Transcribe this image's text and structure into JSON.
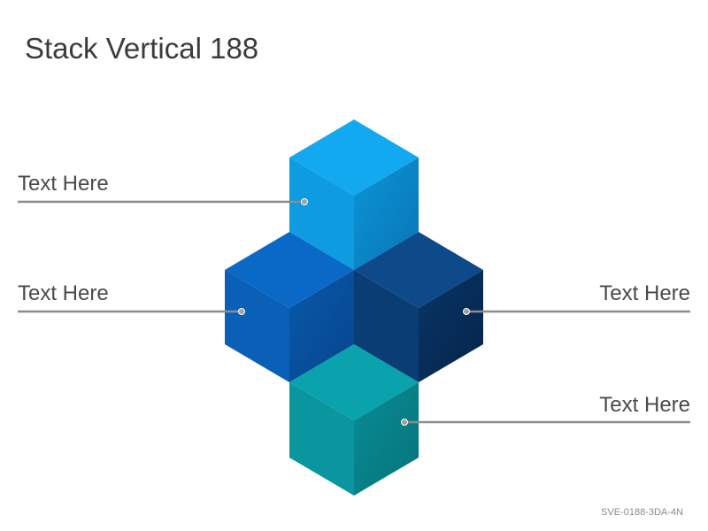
{
  "title": "Stack Vertical 188",
  "labels": [
    {
      "text": "Text Here"
    },
    {
      "text": "Text Here"
    },
    {
      "text": "Text Here"
    },
    {
      "text": "Text Here"
    }
  ],
  "code": "SVE-0188-3DA-4N",
  "cubes": [
    {
      "name": "top-cube",
      "top": "#12a9f0",
      "left": "#0e9be0",
      "right": "#0a86c8"
    },
    {
      "name": "middle-left-cube",
      "top": "#0a69c6",
      "left": "#0a5fb6",
      "right": "#084f9c"
    },
    {
      "name": "middle-right-cube",
      "top": "#0e4a8a",
      "left": "#0b3d75",
      "right": "#072b57"
    },
    {
      "name": "bottom-cube",
      "top": "#0aa3ad",
      "left": "#0a969f",
      "right": "#088088"
    }
  ],
  "colors": {
    "leader": "#8c8c8c",
    "dot": "#a0a0a0",
    "text": "#4a4a4a"
  }
}
